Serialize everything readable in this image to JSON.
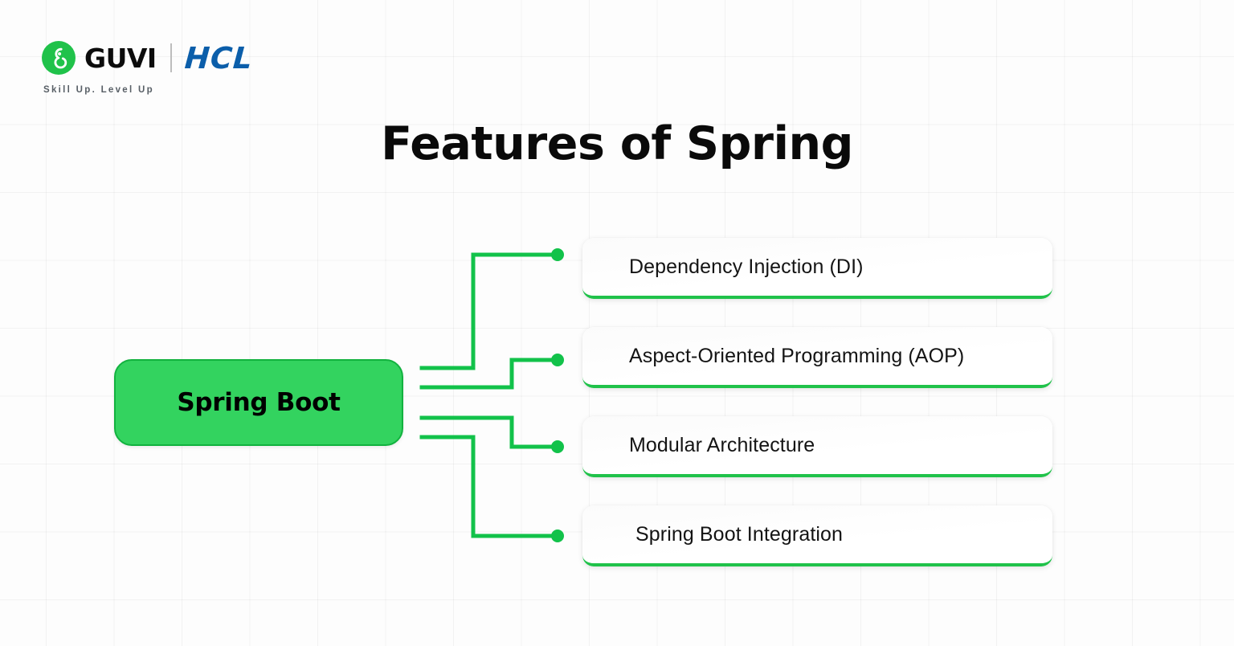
{
  "brand": {
    "logo_icon": "guvi-circle-g-icon",
    "name": "GUVI",
    "partner": "HCL",
    "tagline": "Skill Up. Level Up",
    "green": "#20c24a",
    "blue": "#0b5eaa"
  },
  "title": "Features of Spring",
  "diagram": {
    "root": {
      "label": "Spring Boot",
      "fill": "#33d35f",
      "border": "#12b23f"
    },
    "connector_color": "#12c24a",
    "nodes": [
      {
        "label": "Dependency Injection (DI)"
      },
      {
        "label": "Aspect-Oriented Programming (AOP)"
      },
      {
        "label": "Modular Architecture"
      },
      {
        "label": "Spring Boot Integration"
      }
    ]
  },
  "canvas": {
    "background": "#fdfdfd",
    "grid_color": "rgba(0,0,0,0.045)"
  }
}
